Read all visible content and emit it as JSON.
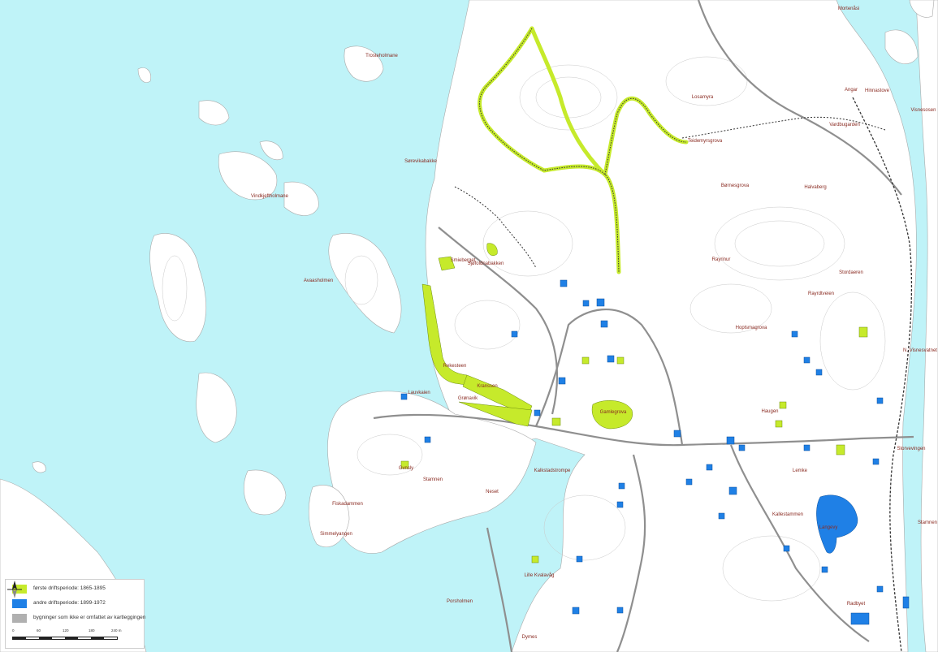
{
  "colors": {
    "water": "#bff3f8",
    "land": "#ffffff",
    "contour": "#c9c9c9",
    "road": "#8f8f8f",
    "first_period": "#c6ea2b",
    "second_period": "#1f80e6",
    "not_mapped": "#b0b0b0",
    "place_label": "#8a2b22",
    "railway": "#333333"
  },
  "legend": {
    "items": [
      {
        "label": "første driftsperiode: 1865-1895",
        "color": "#c6ea2b"
      },
      {
        "label": "andre driftsperiode: 1899-1972",
        "color": "#1f80e6"
      },
      {
        "label": "bygninger som ikke er omfattet av kartleggingen",
        "color": "#b0b0b0"
      }
    ],
    "scale_ticks": [
      "0",
      "60",
      "120",
      "180",
      "240 m"
    ],
    "north_icon": "north-arrow-icon"
  },
  "places": [
    {
      "name": "Mortenåsi"
    },
    {
      "name": "Trosteholmane"
    },
    {
      "name": "Losamyra"
    },
    {
      "name": "Angar"
    },
    {
      "name": "Hinnastove"
    },
    {
      "name": "Visnesosen"
    },
    {
      "name": "Vardbugarden"
    },
    {
      "name": "Teidemyrsgrova"
    },
    {
      "name": "Sørevikabakke"
    },
    {
      "name": "Vindkjeftholmane"
    },
    {
      "name": "Børnesgrova"
    },
    {
      "name": "Halvaberg"
    },
    {
      "name": "Smieberget"
    },
    {
      "name": "Sjøfoldnabakken"
    },
    {
      "name": "Avaasholmen"
    },
    {
      "name": "Rayrinur"
    },
    {
      "name": "Stordaeren"
    },
    {
      "name": "Rayrdtveien"
    },
    {
      "name": "Hoplsmagrova"
    },
    {
      "name": "N. Visnesvatnet"
    },
    {
      "name": "Rekesteen"
    },
    {
      "name": "Kranssen"
    },
    {
      "name": "Grønavik"
    },
    {
      "name": "Gamlegrova"
    },
    {
      "name": "Haugen"
    },
    {
      "name": "Lauvkaien"
    },
    {
      "name": "Gvnsly"
    },
    {
      "name": "Stamnen"
    },
    {
      "name": "Neset"
    },
    {
      "name": "Kalkstadstrompe"
    },
    {
      "name": "Fiskadammen"
    },
    {
      "name": "Lemke"
    },
    {
      "name": "Kallestammen"
    },
    {
      "name": "Langevy"
    },
    {
      "name": "Simmelyangen"
    },
    {
      "name": "Lille Kvalavåg"
    },
    {
      "name": "Porsholmen"
    },
    {
      "name": "Dymes"
    },
    {
      "name": "Radbyet"
    },
    {
      "name": "Stamnen"
    },
    {
      "name": "Storvevingen"
    }
  ]
}
